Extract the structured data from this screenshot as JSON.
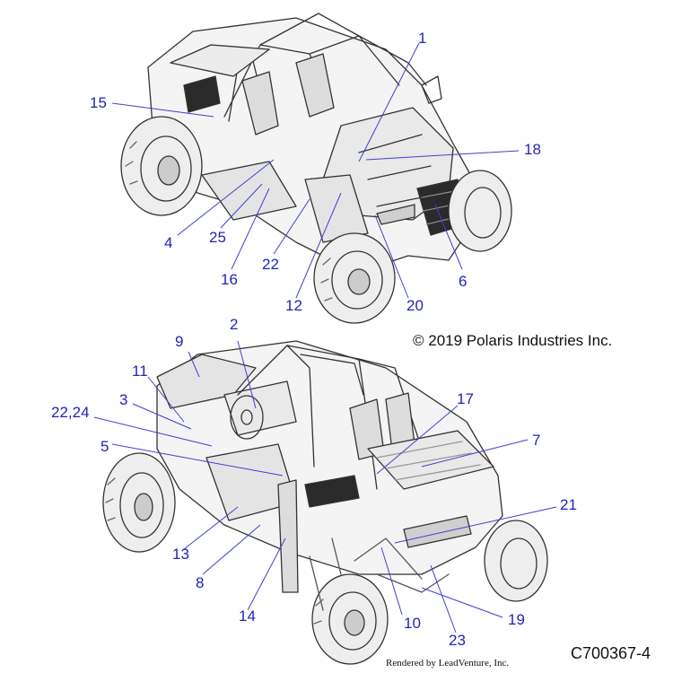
{
  "copyright": "© 2019 Polaris Industries Inc.",
  "drawing_code": "C700367-4",
  "rendered_by": "Rendered by LeadVenture, Inc.",
  "colors": {
    "callout": "#2323b8",
    "line_art": "#333333",
    "leader": "#4040d0"
  },
  "callouts": {
    "top": [
      "1",
      "15",
      "18",
      "4",
      "25",
      "16",
      "22",
      "12",
      "20",
      "6"
    ],
    "bottom": [
      "2",
      "9",
      "11",
      "3",
      "22,24",
      "5",
      "17",
      "7",
      "21",
      "13",
      "8",
      "14",
      "10",
      "23",
      "19"
    ]
  }
}
